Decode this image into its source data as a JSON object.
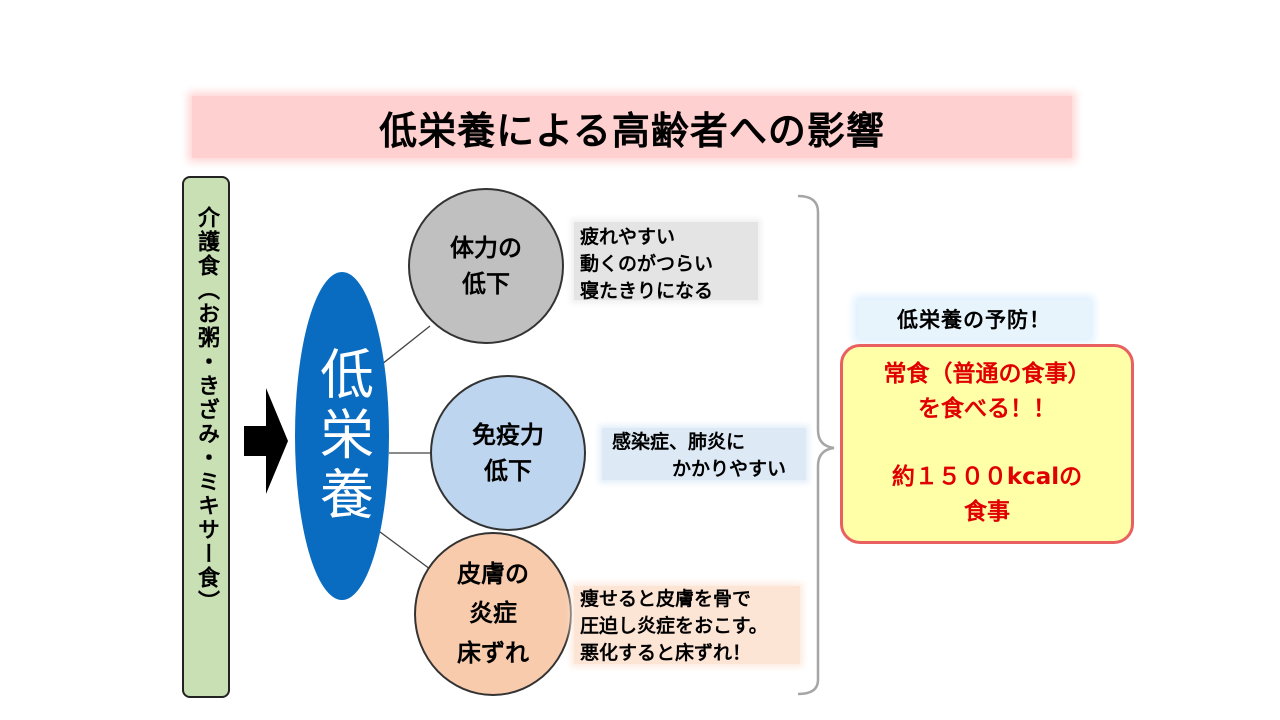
{
  "title": "低栄養による高齢者への影響",
  "left_label": "介護食（お粥・きざみ・ミキサー食）",
  "center_label": "低栄養",
  "effects": [
    {
      "circle_lines": [
        "体力の",
        "低下"
      ],
      "note_lines": [
        "疲れやすい",
        "動くのがつらい",
        "寝たきりになる"
      ]
    },
    {
      "circle_lines": [
        "免疫力",
        "低下"
      ],
      "note_lines": [
        "感染症、肺炎に",
        "かかりやすい"
      ]
    },
    {
      "circle_lines": [
        "皮膚の",
        "炎症",
        "床ずれ"
      ],
      "note_lines": [
        "痩せると皮膚を骨で",
        "圧迫し炎症をおこす。",
        "悪化すると床ずれ！"
      ]
    }
  ],
  "prevention": {
    "heading": "低栄養の予防！",
    "line1": "常食（普通の食事）",
    "line2": "を食べる！！",
    "line3": "約１５００kcalの",
    "line4": "食事"
  },
  "colors": {
    "title_bg": "#ffd0d0",
    "left_box": "#c8e0b4",
    "center_oval": "#0a6cc0",
    "circle_gray": "#c0c0c0",
    "circle_blue": "#bdd5ee",
    "circle_peach": "#f8cbad",
    "prevention_box": "#ffffa8",
    "prevention_text": "#e00000"
  }
}
